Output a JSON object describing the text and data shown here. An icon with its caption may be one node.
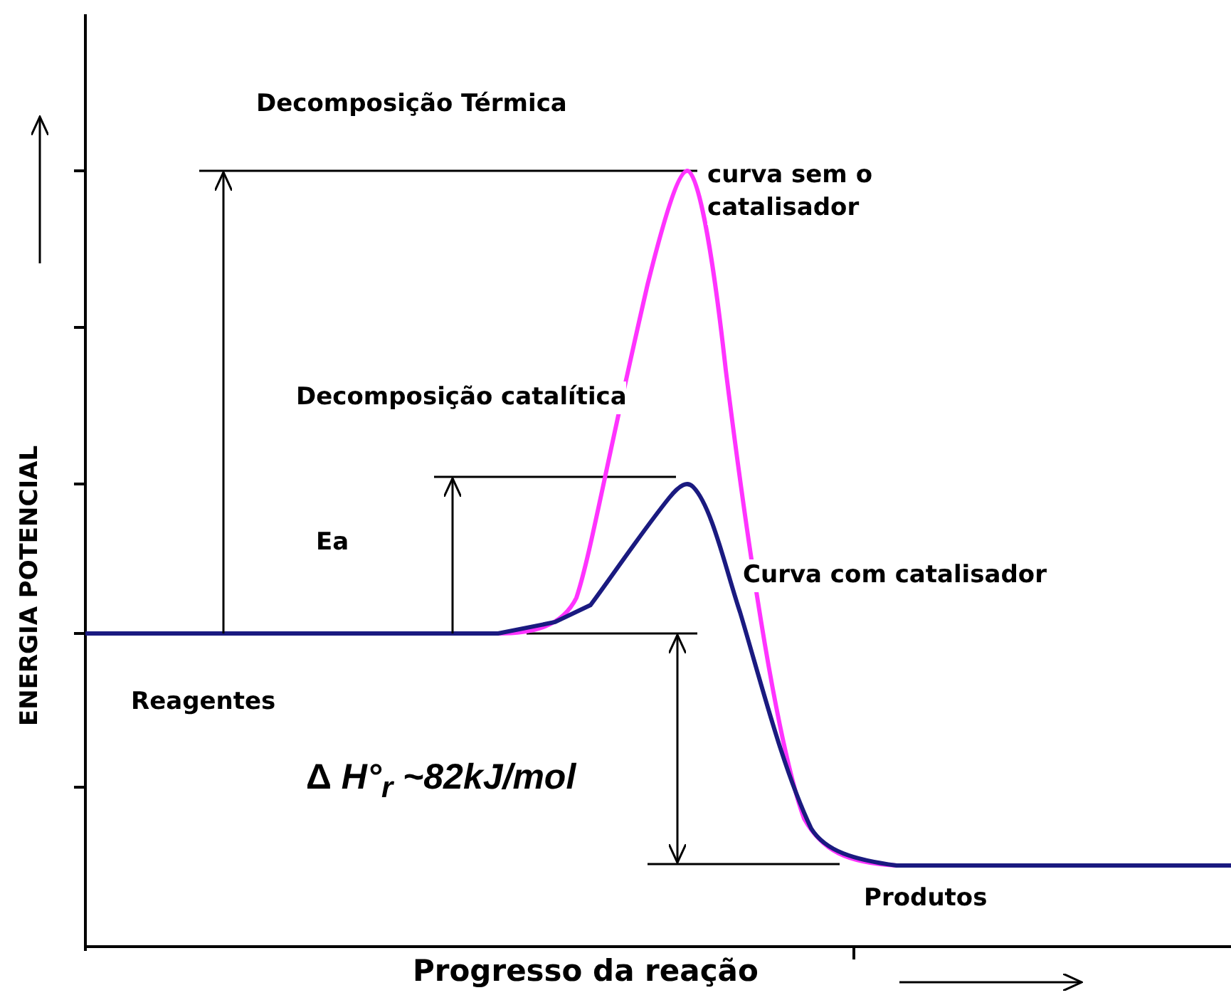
{
  "diagram": {
    "labels": [
      "Decomposição Térmica",
      "curva sem o catalisador",
      "Decomposição catalítica",
      "Ea",
      "Curva com catalisador",
      "Reagentes",
      "Δ *H°$_{r}$ ~82kJ/mol*",
      "Produtos",
      "ENERGIA POTENCIAL",
      "Progresso da reação"
    ]
  }
}
